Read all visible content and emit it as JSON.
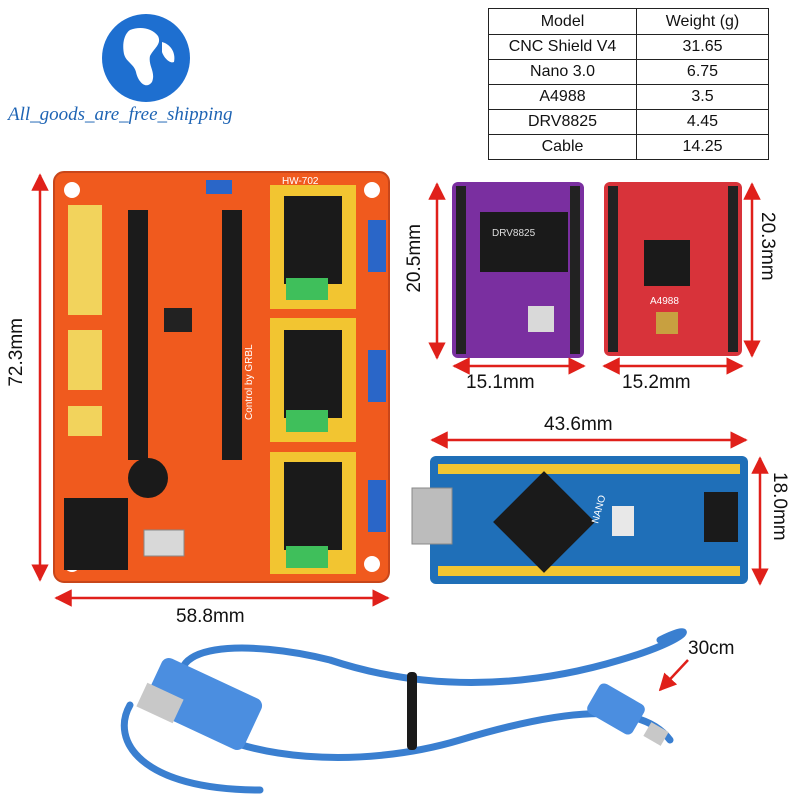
{
  "brand": {
    "text": "All_goods_are_free_shipping"
  },
  "table": {
    "headers": [
      "Model",
      "Weight  (g)"
    ],
    "rows": [
      [
        "CNC Shield V4",
        "31.65"
      ],
      [
        "Nano 3.0",
        "6.75"
      ],
      [
        "A4988",
        "3.5"
      ],
      [
        "DRV8825",
        "4.45"
      ],
      [
        "Cable",
        "14.25"
      ]
    ]
  },
  "dimensions": {
    "shield_height": "72.3mm",
    "shield_width": "58.8mm",
    "drv_height": "20.5mm",
    "drv_width": "15.1mm",
    "a4988_height": "20.3mm",
    "a4988_width": "15.2mm",
    "nano_width": "43.6mm",
    "nano_height": "18.0mm",
    "cable_length": "30cm"
  },
  "board_labels": {
    "shield_model": "HW-702",
    "shield_credit": "Control by GRBL",
    "drv_chip": "DRV8825",
    "a4988_chip": "A4988",
    "nano_label": "NANO"
  },
  "colors": {
    "shield": "#f05a1e",
    "drv_board": "#7a2fa0",
    "a4988_board": "#d8333a",
    "nano_board": "#1f6fb8",
    "cable": "#3a7fd0",
    "arrow": "#e0201a",
    "brand": "#1e64b4"
  }
}
